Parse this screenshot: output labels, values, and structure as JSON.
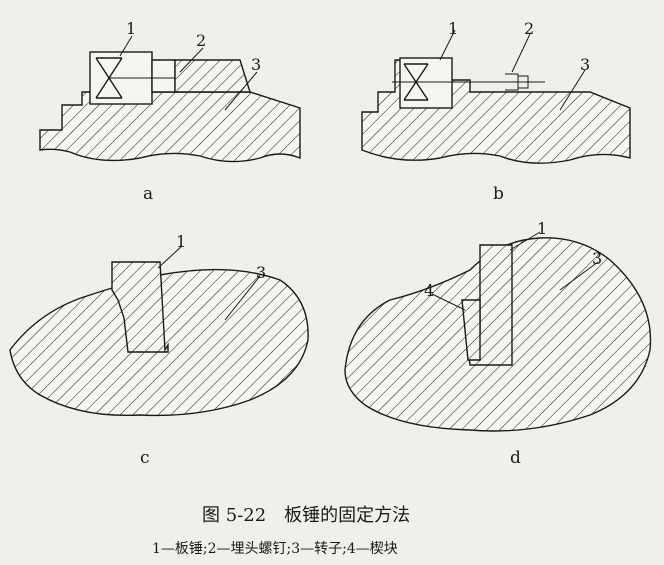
{
  "figure": {
    "title": "图 5-22　板锤的固定方法",
    "caption": "1—板锤;2—埋头螺钉;3—转子;4—楔块"
  },
  "panels": [
    {
      "id": "a",
      "label": "a",
      "callouts": [
        "1",
        "2",
        "3"
      ]
    },
    {
      "id": "b",
      "label": "b",
      "callouts": [
        "1",
        "2",
        "3"
      ]
    },
    {
      "id": "c",
      "label": "c",
      "callouts": [
        "1",
        "3"
      ]
    },
    {
      "id": "d",
      "label": "d",
      "callouts": [
        "1",
        "3",
        "4"
      ]
    }
  ]
}
